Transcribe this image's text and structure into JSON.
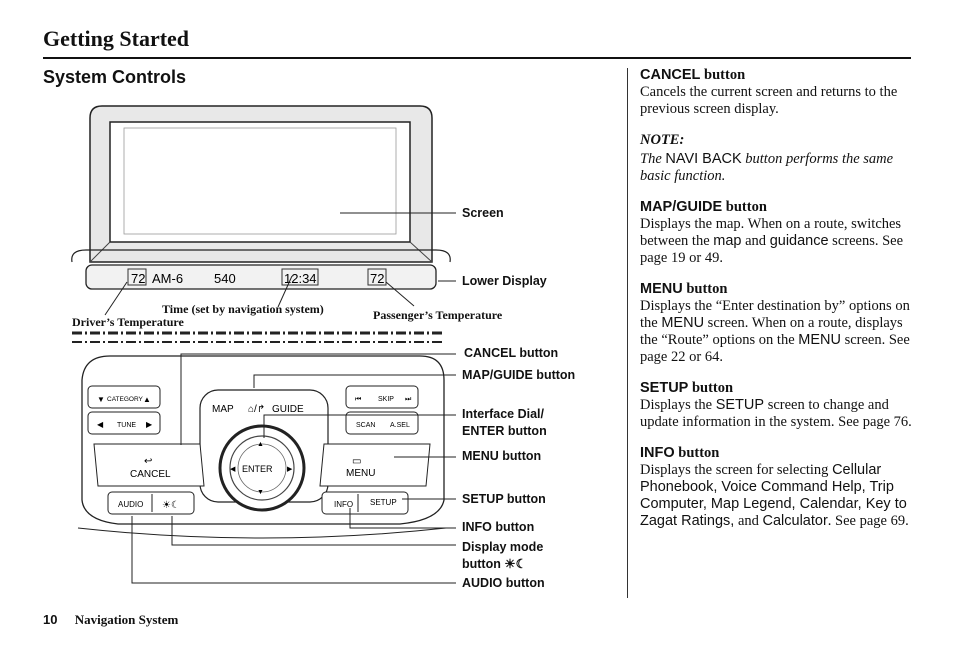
{
  "header": {
    "title": "Getting Started"
  },
  "section": {
    "heading": "System Controls"
  },
  "diagram": {
    "callouts": {
      "screen": "Screen",
      "lower_display": "Lower Display",
      "time_label": "Time (set by navigation system)",
      "driver_temp": "Driver’s Temperature",
      "passenger_temp": "Passenger’s Temperature",
      "cancel_button": "CANCEL button",
      "map_guide_button": "MAP/GUIDE button",
      "interface_dial_1": "Interface Dial/",
      "interface_dial_2": "ENTER button",
      "menu_button": "MENU button",
      "setup_button": "SETUP button",
      "info_button": "INFO button",
      "display_mode_1": "Display mode",
      "display_mode_2": "button",
      "audio_button": "AUDIO button"
    },
    "panel_labels": {
      "category": "CATEGORY",
      "tune": "TUNE",
      "skip": "SKIP",
      "scan": "SCAN",
      "asel": "A.SEL",
      "map": "MAP",
      "guide": "GUIDE",
      "enter": "ENTER",
      "cancel": "CANCEL",
      "menu": "MENU",
      "audio": "AUDIO",
      "info": "INFO",
      "setup": "SETUP",
      "temp_left": "72",
      "temp_right": "72",
      "band": "AM-6",
      "freq": "540",
      "clock": "12:34"
    }
  },
  "entries": {
    "cancel": {
      "head_sans": "CANCEL",
      "head_serif": " button",
      "body": "Cancels the current screen and returns to the previous screen display."
    },
    "note": {
      "label": "NOTE:",
      "prefix": "The ",
      "key": "NAVI BACK",
      "suffix": " button performs the same basic function."
    },
    "map_guide": {
      "head_sans": "MAP/GUIDE",
      "head_serif": " button",
      "body1": "Displays the map. When on a route, switches between the ",
      "map": "map",
      "and": " and ",
      "guidance": "guidance",
      "body2": " screens. See page 19 or 49."
    },
    "menu": {
      "head_sans": "MENU",
      "head_serif": " button",
      "body1": "Displays the “Enter destination by” options on the ",
      "menu1": "MENU",
      "body2": " screen. When on a route, displays the “Route” options on the ",
      "menu2": "MENU",
      "body3": " screen. See page 22 or 64."
    },
    "setup": {
      "head_sans": "SETUP",
      "head_serif": " button",
      "body1": "Displays the ",
      "setup": "SETUP",
      "body2": " screen to change and update information in the system. See page 76."
    },
    "info": {
      "head_sans": "INFO",
      "head_serif": " button",
      "body1": "Displays the screen for selecting ",
      "items": "Cellular Phonebook, Voice Command Help, Trip Computer, Map Legend, Calendar, Key to Zagat Ratings,",
      "and": " and ",
      "calc": "Calculator",
      "body2": ". See page 69."
    }
  },
  "footer": {
    "page_number": "10",
    "name": "Navigation System"
  }
}
